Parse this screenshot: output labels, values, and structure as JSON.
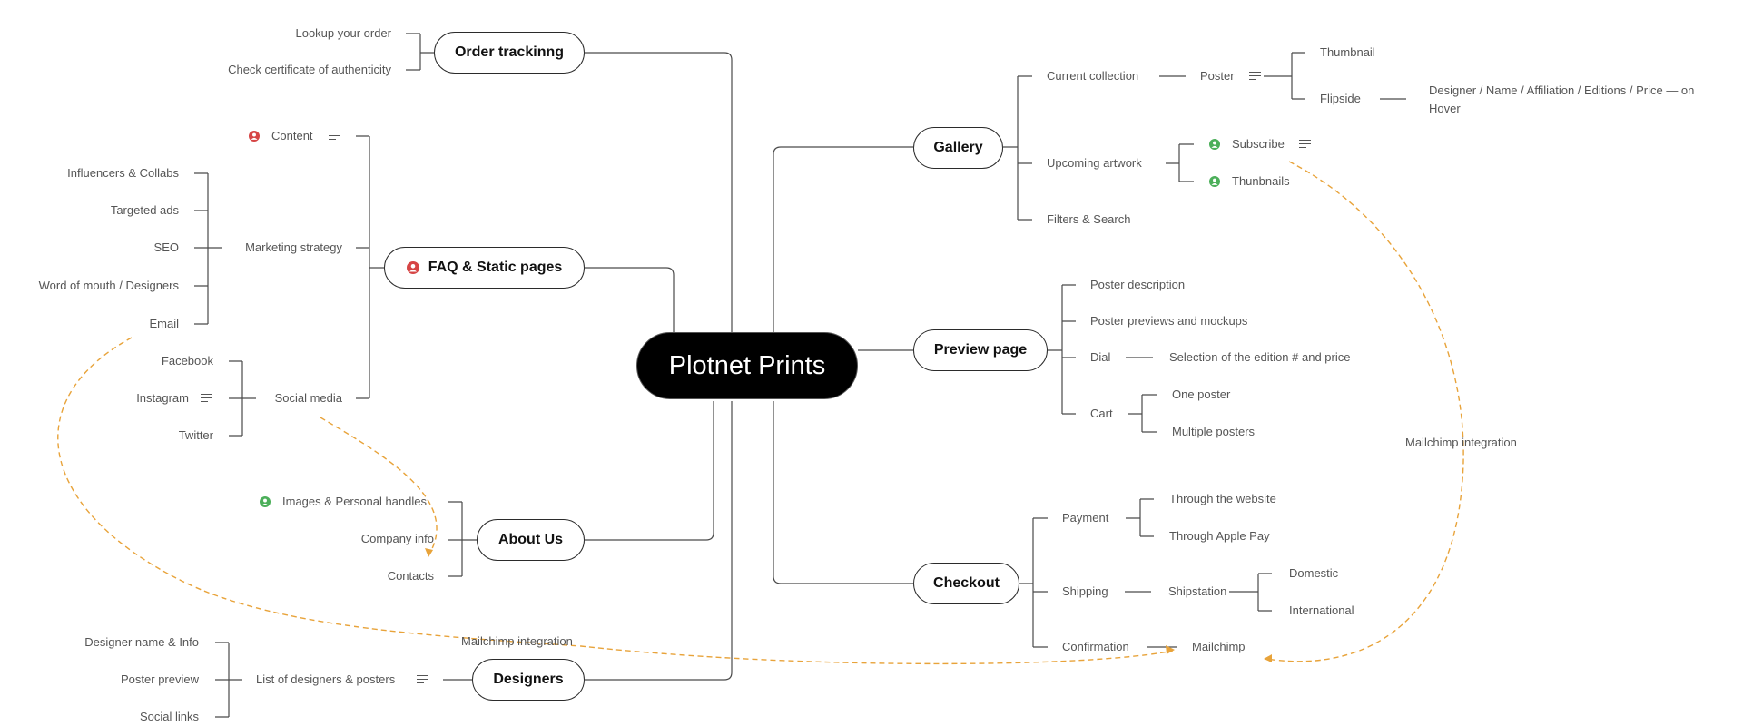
{
  "central": "Plotnet Prints",
  "topics": {
    "order_tracking": "Order trackinng",
    "faq": "FAQ & Static pages",
    "about": "About Us",
    "designers": "Designers",
    "gallery": "Gallery",
    "preview": "Preview page",
    "checkout": "Checkout"
  },
  "order_tracking": {
    "lookup": "Lookup your order",
    "certificate": "Check certificate of authenticity"
  },
  "faq": {
    "content": "Content",
    "marketing": "Marketing strategy",
    "marketing_items": [
      "Influencers & Collabs",
      "Targeted ads",
      "SEO",
      "Word of mouth / Designers",
      "Email"
    ],
    "social": "Social media",
    "social_items": [
      "Facebook",
      "Instagram",
      "Twitter"
    ]
  },
  "about": {
    "images": "Images & Personal handles",
    "company": "Company info",
    "contacts": "Contacts"
  },
  "designers": {
    "list": "List of designers & posters",
    "items": [
      "Designer name & Info",
      "Poster preview",
      "Social links"
    ]
  },
  "gallery": {
    "current": "Current collection",
    "poster": "Poster",
    "thumbnail": "Thumbnail",
    "flipside": "Flipside",
    "flipside_detail_1": "Designer / Name / Affiliation / Editions / Price — on",
    "flipside_detail_2": "Hover",
    "upcoming": "Upcoming artwork",
    "subscribe": "Subscribe",
    "thunbnails": "Thunbnails",
    "filters": "Filters & Search"
  },
  "preview": {
    "description": "Poster description",
    "previews": "Poster previews and mockups",
    "dial": "Dial",
    "dial_detail": "Selection of the edition # and price",
    "cart": "Cart",
    "one": "One poster",
    "multiple": "Multiple posters"
  },
  "checkout": {
    "payment": "Payment",
    "website": "Through the website",
    "apple": "Through Apple Pay",
    "shipping": "Shipping",
    "shipstation": "Shipstation",
    "domestic": "Domestic",
    "international": "International",
    "confirmation": "Confirmation",
    "mailchimp": "Mailchimp"
  },
  "relationships": {
    "mailchimp_left": "Mailchimp integration",
    "mailchimp_right": "Mailchimp integration"
  },
  "colors": {
    "central_fill": "#000000",
    "relationship": "#e8a33a",
    "avatar_red": "#d64545",
    "avatar_green": "#4caf5a",
    "connector": "#4a4a4a"
  }
}
